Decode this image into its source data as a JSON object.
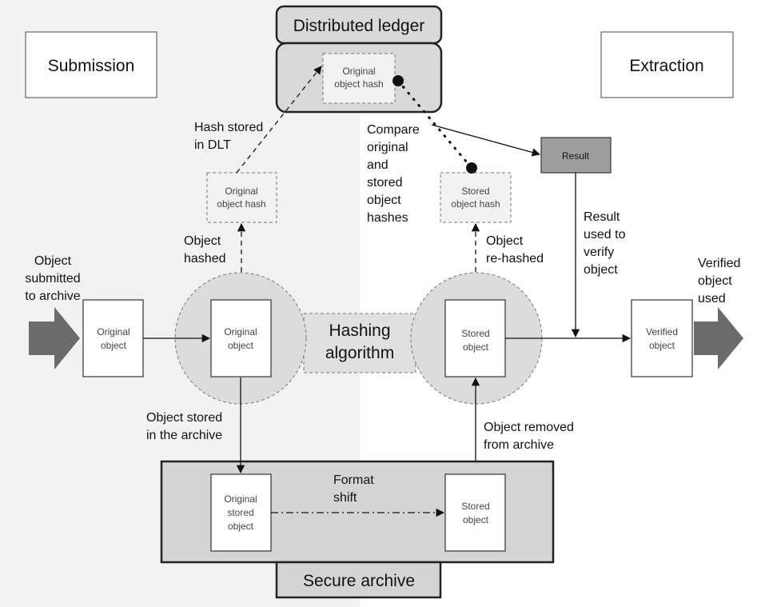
{
  "sections": {
    "submission": "Submission",
    "extraction": "Extraction"
  },
  "ledger": {
    "title": "Distributed ledger",
    "hash_lines": [
      "Original",
      "object hash"
    ]
  },
  "archive": {
    "title": "Secure archive",
    "format_shift": [
      "Format",
      "shift"
    ],
    "original_stored": [
      "Original",
      "stored",
      "object"
    ],
    "stored": [
      "Stored",
      "object"
    ]
  },
  "hashing": {
    "label": [
      "Hashing",
      "algorithm"
    ],
    "left_object": [
      "Original",
      "object"
    ],
    "right_object": [
      "Stored",
      "object"
    ]
  },
  "hash_boxes": {
    "original": [
      "Original",
      "object hash"
    ],
    "stored": [
      "Stored",
      "object hash"
    ]
  },
  "objects": {
    "original": [
      "Original",
      "object"
    ],
    "verified": [
      "Verified",
      "object"
    ],
    "result": "Result"
  },
  "labels": {
    "object_submitted": [
      "Object",
      "submitted",
      "to archive"
    ],
    "hash_stored": [
      "Hash stored",
      "in DLT"
    ],
    "object_hashed": [
      "Object",
      "hashed"
    ],
    "compare": [
      "Compare",
      "original",
      "and",
      "stored",
      "object",
      "hashes"
    ],
    "object_rehashed": [
      "Object",
      "re-hashed"
    ],
    "result_used": [
      "Result",
      "used to",
      "verify",
      "object"
    ],
    "verified_used": [
      "Verified",
      "object",
      "used"
    ],
    "object_stored_archive": [
      "Object stored",
      "in the archive"
    ],
    "object_removed": [
      "Object removed",
      "from archive"
    ]
  }
}
